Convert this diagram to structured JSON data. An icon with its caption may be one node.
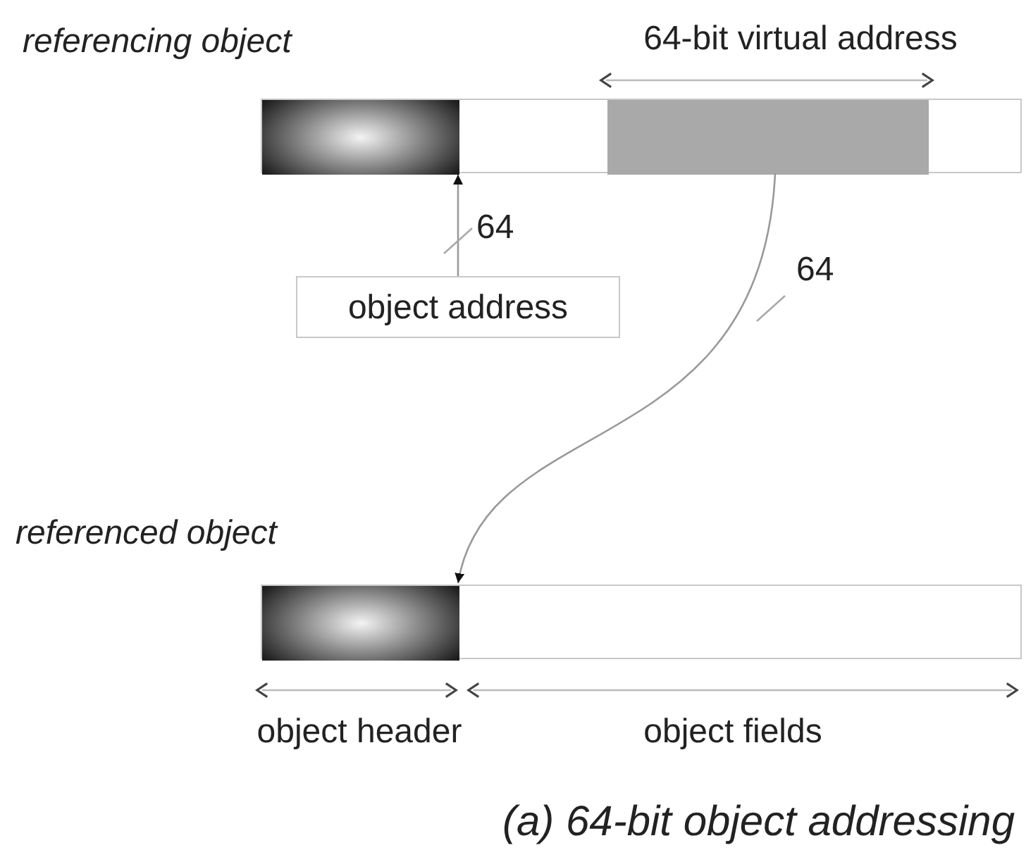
{
  "diagram": {
    "caption": "(a) 64-bit object addressing",
    "nodes": [
      {
        "text": [
          "referencing object"
        ]
      },
      {
        "text": [],
        "shape": "bar",
        "in": 0
      },
      {
        "text": [],
        "shape": "bar",
        "in": 0
      },
      {
        "text": [
          "object address"
        ]
      },
      {
        "text": [
          "referenced object"
        ]
      },
      {
        "text": [],
        "shape": "bar",
        "in": 4
      }
    ],
    "edges": [
      {
        "from": 3,
        "to": 0,
        "arrow": "to",
        "label": "64"
      },
      {
        "from": 2,
        "to": 5,
        "arrow": "to",
        "label": "64"
      }
    ],
    "labels": [
      "64-bit virtual address",
      "object header",
      "object fields"
    ]
  }
}
